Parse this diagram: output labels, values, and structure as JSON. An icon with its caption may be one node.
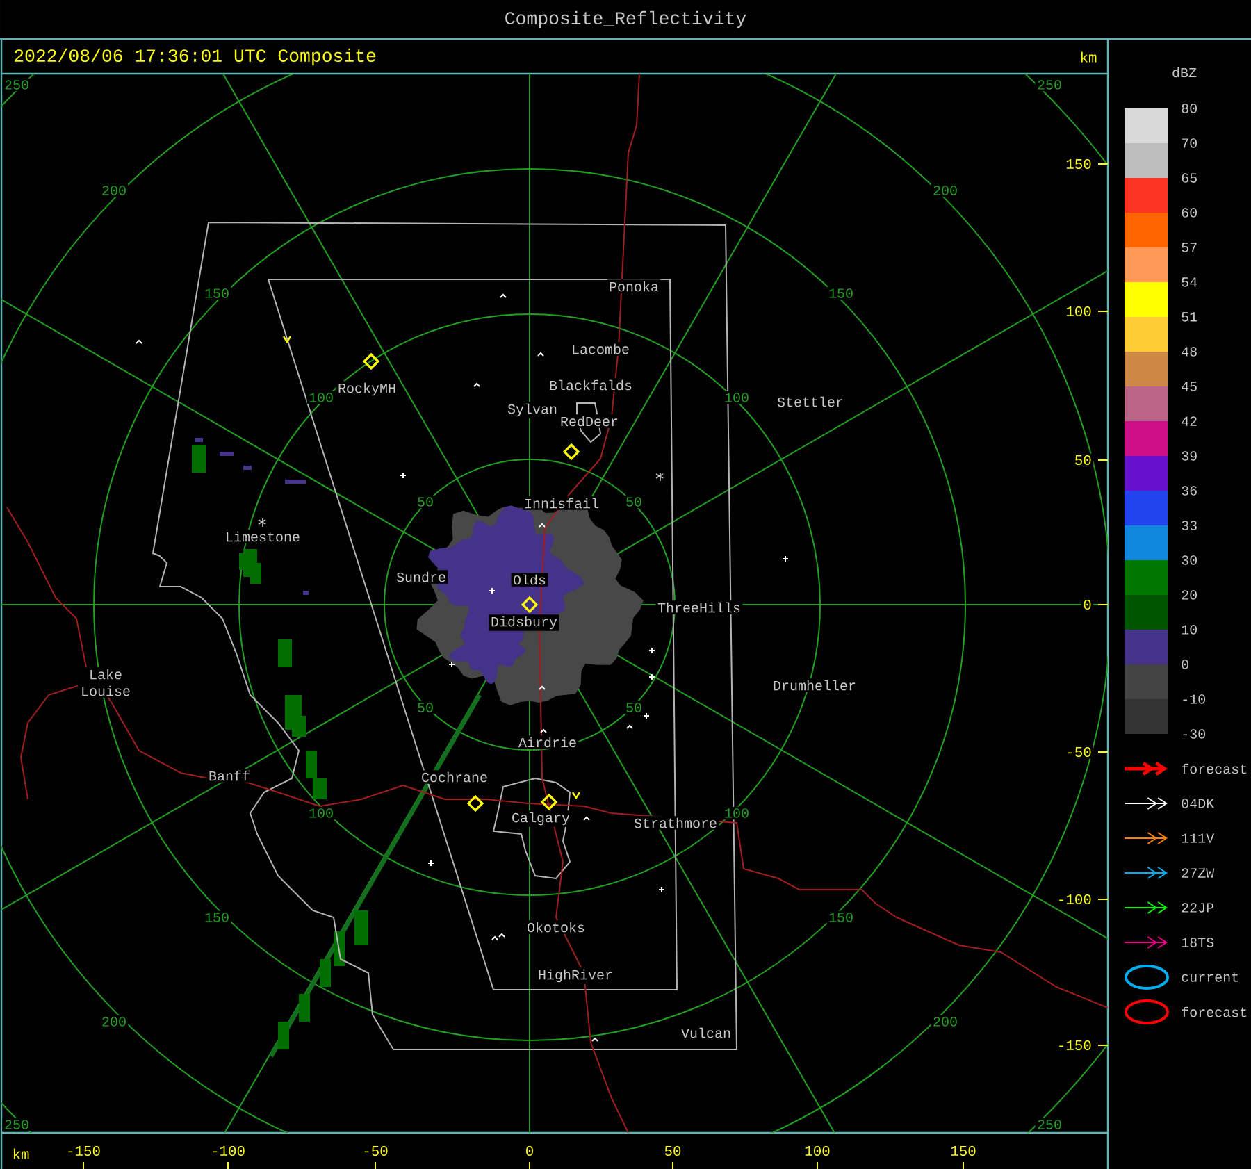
{
  "diagram": {
    "title": "Composite_Reflectivity",
    "labels": [
      "2022/08/06 17:36:01 UTC Composite",
      "km",
      "dBZ",
      "250",
      "250",
      "200",
      "200",
      "150",
      "150",
      "100",
      "100",
      "50",
      "50",
      "50",
      "50",
      "100",
      "100",
      "150",
      "150",
      "200",
      "200",
      "250",
      "250",
      "Ponoka",
      "Lacombe",
      "RockyMH",
      "Blackfalds",
      "Sylvan",
      "RedDeer",
      "Stettler",
      "Innisfail",
      "Limestone",
      "Sundre",
      "Olds",
      "ThreeHills",
      "Didsbury",
      "Lake Louise",
      "Drumheller",
      "Airdrie",
      "Banff",
      "Cochrane",
      "Calgary",
      "Strathmore",
      "Okotoks",
      "HighRiver",
      "Vulcan",
      "150",
      "100",
      "50",
      "0",
      "-50",
      "-100",
      "-150",
      "km",
      "-150",
      "-100",
      "-50",
      "0",
      "50",
      "100",
      "150",
      "-30"
    ],
    "legend": [
      {
        "text": "80",
        "color": "#d9d9d9"
      },
      {
        "text": "70",
        "color": "#bdbdbd"
      },
      {
        "text": "65",
        "color": "#ff3322"
      },
      {
        "text": "60",
        "color": "#ff6600"
      },
      {
        "text": "57",
        "color": "#ff9955"
      },
      {
        "text": "54",
        "color": "#ffff00"
      },
      {
        "text": "51",
        "color": "#ffcc33"
      },
      {
        "text": "48",
        "color": "#cc8844"
      },
      {
        "text": "45",
        "color": "#bb6688"
      },
      {
        "text": "42",
        "color": "#cc1188"
      },
      {
        "text": "39",
        "color": "#6611cc"
      },
      {
        "text": "36",
        "color": "#2244ee"
      },
      {
        "text": "33",
        "color": "#1188dd"
      },
      {
        "text": "30",
        "color": "#007700"
      },
      {
        "text": "20",
        "color": "#005500"
      },
      {
        "text": "10",
        "color": "#443388"
      },
      {
        "text": "0",
        "color": "#444444"
      },
      {
        "text": "-10",
        "color": "#333333"
      },
      {
        "text": "forecast"
      },
      {
        "text": "04DK"
      },
      {
        "text": "111V"
      },
      {
        "text": "27ZW"
      },
      {
        "text": "22JP"
      },
      {
        "text": "18TS"
      },
      {
        "text": "current"
      },
      {
        "text": "forecast"
      }
    ]
  }
}
